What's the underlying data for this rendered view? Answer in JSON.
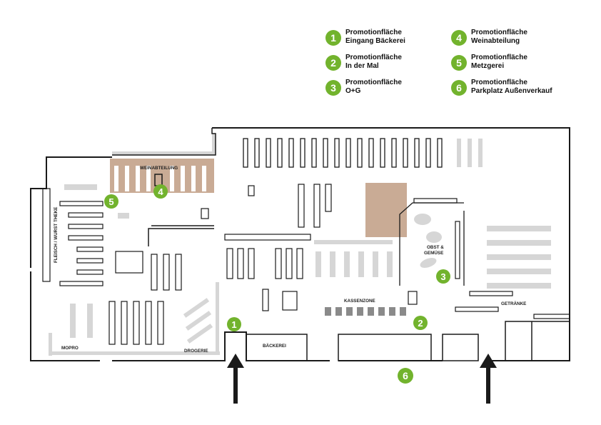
{
  "legend": [
    {
      "number": "1",
      "title": "Promotionfläche",
      "subtitle": "Eingang Bäckerei"
    },
    {
      "number": "2",
      "title": "Promotionfläche",
      "subtitle": "In der Mal"
    },
    {
      "number": "3",
      "title": "Promotionfläche",
      "subtitle": "O+G"
    },
    {
      "number": "4",
      "title": "Promotionfläche",
      "subtitle": "Weinabteilung"
    },
    {
      "number": "5",
      "title": "Promotionfläche",
      "subtitle": "Metzgerei"
    },
    {
      "number": "6",
      "title": "Promotionfläche",
      "subtitle": "Parkplatz Außenverkauf"
    }
  ],
  "areas": {
    "wine": "WEINABTEILUNG",
    "meat": "FLEISCH / WURST THEKE",
    "produce_line1": "OBST &",
    "produce_line2": "GEMÜSE",
    "checkout": "KASSENZONE",
    "drinks": "GETRÄNKE",
    "dairy": "MOPRO",
    "drugstore": "DROGERIE",
    "bakery": "BÄCKEREI"
  },
  "markers": [
    "1",
    "2",
    "3",
    "4",
    "5",
    "6"
  ],
  "colors": {
    "promo_green": "#72b32d",
    "wine_area": "#c9ab95",
    "shelf_gray": "#d4d4d4",
    "wall": "#1a1a1a"
  }
}
